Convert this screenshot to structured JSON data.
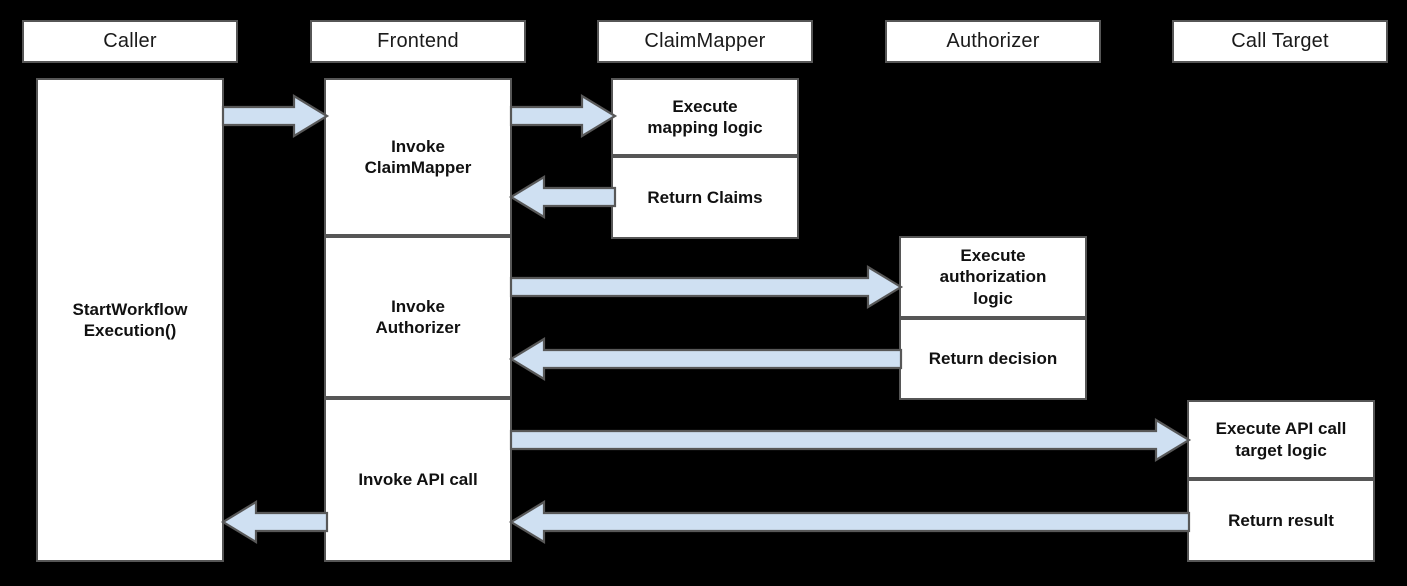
{
  "diagram": {
    "type": "sequence-diagram",
    "title": "",
    "background_color": "#000000",
    "box_fill": "#ffffff",
    "box_border": "#565656",
    "arrow_fill": "#cfe0f2",
    "arrow_border": "#585858",
    "lifelines": [
      {
        "id": "caller",
        "label": "Caller"
      },
      {
        "id": "frontend",
        "label": "Frontend"
      },
      {
        "id": "claimmapper",
        "label": "ClaimMapper"
      },
      {
        "id": "authorizer",
        "label": "Authorizer"
      },
      {
        "id": "calltarget",
        "label": "Call Target"
      }
    ],
    "activations": {
      "caller": [
        {
          "label": "StartWorkflow\nExecution()",
          "line1": "StartWorkflow",
          "line2": "Execution()"
        }
      ],
      "frontend": [
        {
          "line1": "Invoke",
          "line2": "ClaimMapper"
        },
        {
          "line1": "Invoke",
          "line2": "Authorizer"
        },
        {
          "line1": "Invoke API call",
          "line2": ""
        }
      ],
      "claimmapper": [
        {
          "line1": "Execute",
          "line2": "mapping logic"
        },
        {
          "line1": "Return Claims",
          "line2": ""
        }
      ],
      "authorizer": [
        {
          "line1": "Execute",
          "line2": "authorization",
          "line3": "logic"
        },
        {
          "line1": "Return decision",
          "line2": ""
        }
      ],
      "calltarget": [
        {
          "line1": "Execute API call",
          "line2": "target logic"
        },
        {
          "line1": "Return result",
          "line2": ""
        }
      ]
    },
    "messages": [
      {
        "id": "m1",
        "from": "caller",
        "to": "frontend",
        "direction": "right",
        "label": ""
      },
      {
        "id": "m2",
        "from": "frontend",
        "to": "claimmapper",
        "direction": "right",
        "label": ""
      },
      {
        "id": "m3",
        "from": "claimmapper",
        "to": "frontend",
        "direction": "left",
        "label": ""
      },
      {
        "id": "m4",
        "from": "frontend",
        "to": "authorizer",
        "direction": "right",
        "label": ""
      },
      {
        "id": "m5",
        "from": "authorizer",
        "to": "frontend",
        "direction": "left",
        "label": ""
      },
      {
        "id": "m6",
        "from": "frontend",
        "to": "calltarget",
        "direction": "right",
        "label": ""
      },
      {
        "id": "m7",
        "from": "calltarget",
        "to": "frontend",
        "direction": "left",
        "label": ""
      },
      {
        "id": "m8",
        "from": "frontend",
        "to": "caller",
        "direction": "left",
        "label": ""
      }
    ]
  }
}
